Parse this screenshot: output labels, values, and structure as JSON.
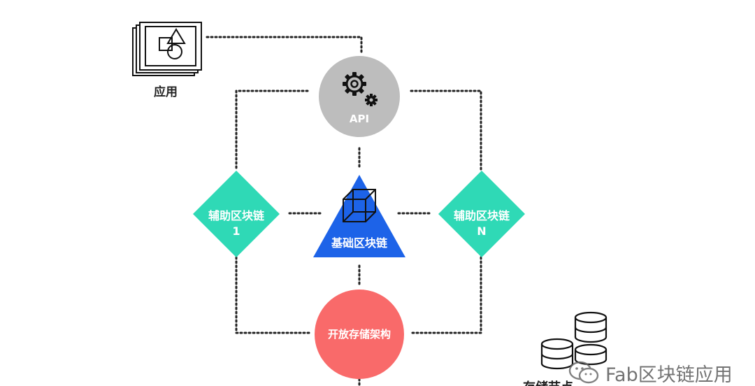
{
  "diagram": {
    "app_label": "应用",
    "api_label": "API",
    "aux_left_line1": "辅助区块链",
    "aux_left_line2": "1",
    "aux_right_line1": "辅助区块链",
    "aux_right_line2": "N",
    "base_label": "基础区块链",
    "storage_label": "开放存储架构",
    "storage_node_label": "存储节点"
  },
  "watermark": {
    "text": "Fab区块链应用"
  },
  "colors": {
    "api_circle": "#bdbdbd",
    "aux_diamond": "#2fd9b6",
    "base_triangle": "#1d63e8",
    "storage_circle": "#f96a6a",
    "dotted_line": "#222222"
  }
}
